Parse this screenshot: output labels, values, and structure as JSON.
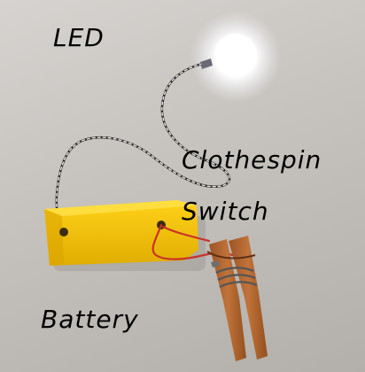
{
  "labels": {
    "led": "LED",
    "clothespin": "Clothespin",
    "switch": "Switch",
    "battery": "Battery"
  },
  "colors": {
    "background": "#c9c6c2",
    "battery_case": "#f2c200",
    "clothespin_wood": "#b5652f",
    "wire_red": "#c8322a",
    "led_glow": "#ffffff"
  }
}
